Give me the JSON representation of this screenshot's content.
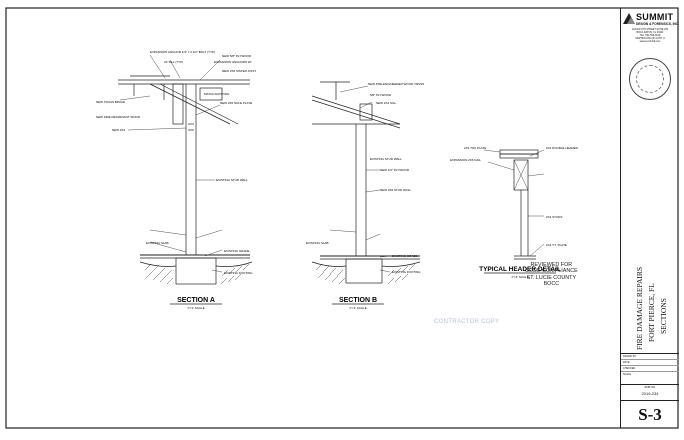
{
  "title_block": {
    "company_name": "SUMMIT",
    "company_tagline": "DESIGN & FORENSICS, INC.",
    "company_address": [
      "123 NW 4TH STREET SUITE 200",
      "BOCA RATON, FL 33432",
      "TEL: 561-555-0199",
      "CERTIFICATE OF AUTH. #",
      "www.summitdf.com"
    ],
    "project_title_lines": [
      "FIRE DAMAGE REPAIRS",
      "FORT PIERCE, FL",
      "SECTIONS"
    ],
    "job_no_label": "JOB NO.",
    "job_no": "2019-234",
    "sheet_number": "S-3",
    "meta_rows": [
      "DRAWN BY",
      "DATE",
      "CHECKED",
      "SCALE"
    ]
  },
  "sections": {
    "a": {
      "title": "SECTION A",
      "scale": "1\"=1' SCALE"
    },
    "b": {
      "title": "SECTION B",
      "scale": "1\"=1' SCALE"
    },
    "c": {
      "title": "TYPICAL HEADER DETAIL",
      "scale": "1\"=1' SCALE"
    }
  },
  "stamp_lines": [
    "REVIEWED FOR",
    "CODE COMPLIANCE",
    "ST. LUCIE COUNTY",
    "BOCC"
  ],
  "watermark": "CONTRACTOR COPY",
  "notes_a": [
    "EXPANSION ANCHOR 1/4\" x 3 1/2\" BOLT (TYP)",
    "NEW 5/8\" PLYWOOD",
    "2X SILL (TYP)",
    "EXPANSION ANCHORS W/",
    "NEW 2X6 SISTER JOIST",
    "MATCH EXISTING",
    "NEW TRUSS BRACE",
    "NEW 2X6 SOLE PLATE",
    "NEW FIRE RETARDANT WOOD",
    "NEW 2X4",
    "EXISTING STUD WALL",
    "EXISTING SLAB",
    "EXISTING GRADE",
    "EXISTING FOOTING"
  ],
  "notes_b": [
    "NEW PRE-ENGINEERED WOOD TRUSS",
    "5/8\" PLYWOOD",
    "NEW 2X4 SILL",
    "EXISTING STUD WALL",
    "NEW 1/2\" PLYWOOD",
    "NEW 2X6 STUD WALL",
    "EXISTING SLAB",
    "EXISTING GRADE",
    "EXISTING FOOTING"
  ],
  "notes_c": [
    "2X4 TOP PLATE",
    "EXPANSION 2X6 NAIL",
    "2X4 DOUBLE HEADER",
    "2X4 STUDS",
    "2X4 T.T. PLATE"
  ]
}
